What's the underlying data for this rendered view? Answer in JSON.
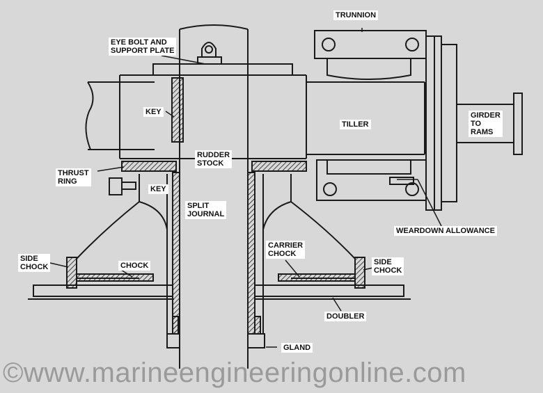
{
  "labels": {
    "trunnion": "TRUNNION",
    "eye_bolt": "EYE BOLT AND\nSUPPORT PLATE",
    "key_upper": "KEY",
    "tiller": "TILLER",
    "girder": "GIRDER\n TO\nRAMS",
    "rudder_stock": "RUDDER\nSTOCK",
    "thrust_ring": "THRUST\nRING",
    "key_lower": "KEY",
    "split_journal": "SPLIT\nJOURNAL",
    "weardown": "WEARDOWN ALLOWANCE",
    "side_chock_left": "SIDE\nCHOCK",
    "chock": "CHOCK",
    "carrier_chock": "CARRIER\nCHOCK",
    "side_chock_right": "SIDE\nCHOCK",
    "doubler": "DOUBLER",
    "gland": "GLAND"
  },
  "watermark": "©www.marineengineeringonline.com",
  "colors": {
    "background": "#d8d8d8",
    "ink": "#1a1a1a",
    "label_bg": "#ffffff",
    "watermark": "#9a9a9a"
  }
}
